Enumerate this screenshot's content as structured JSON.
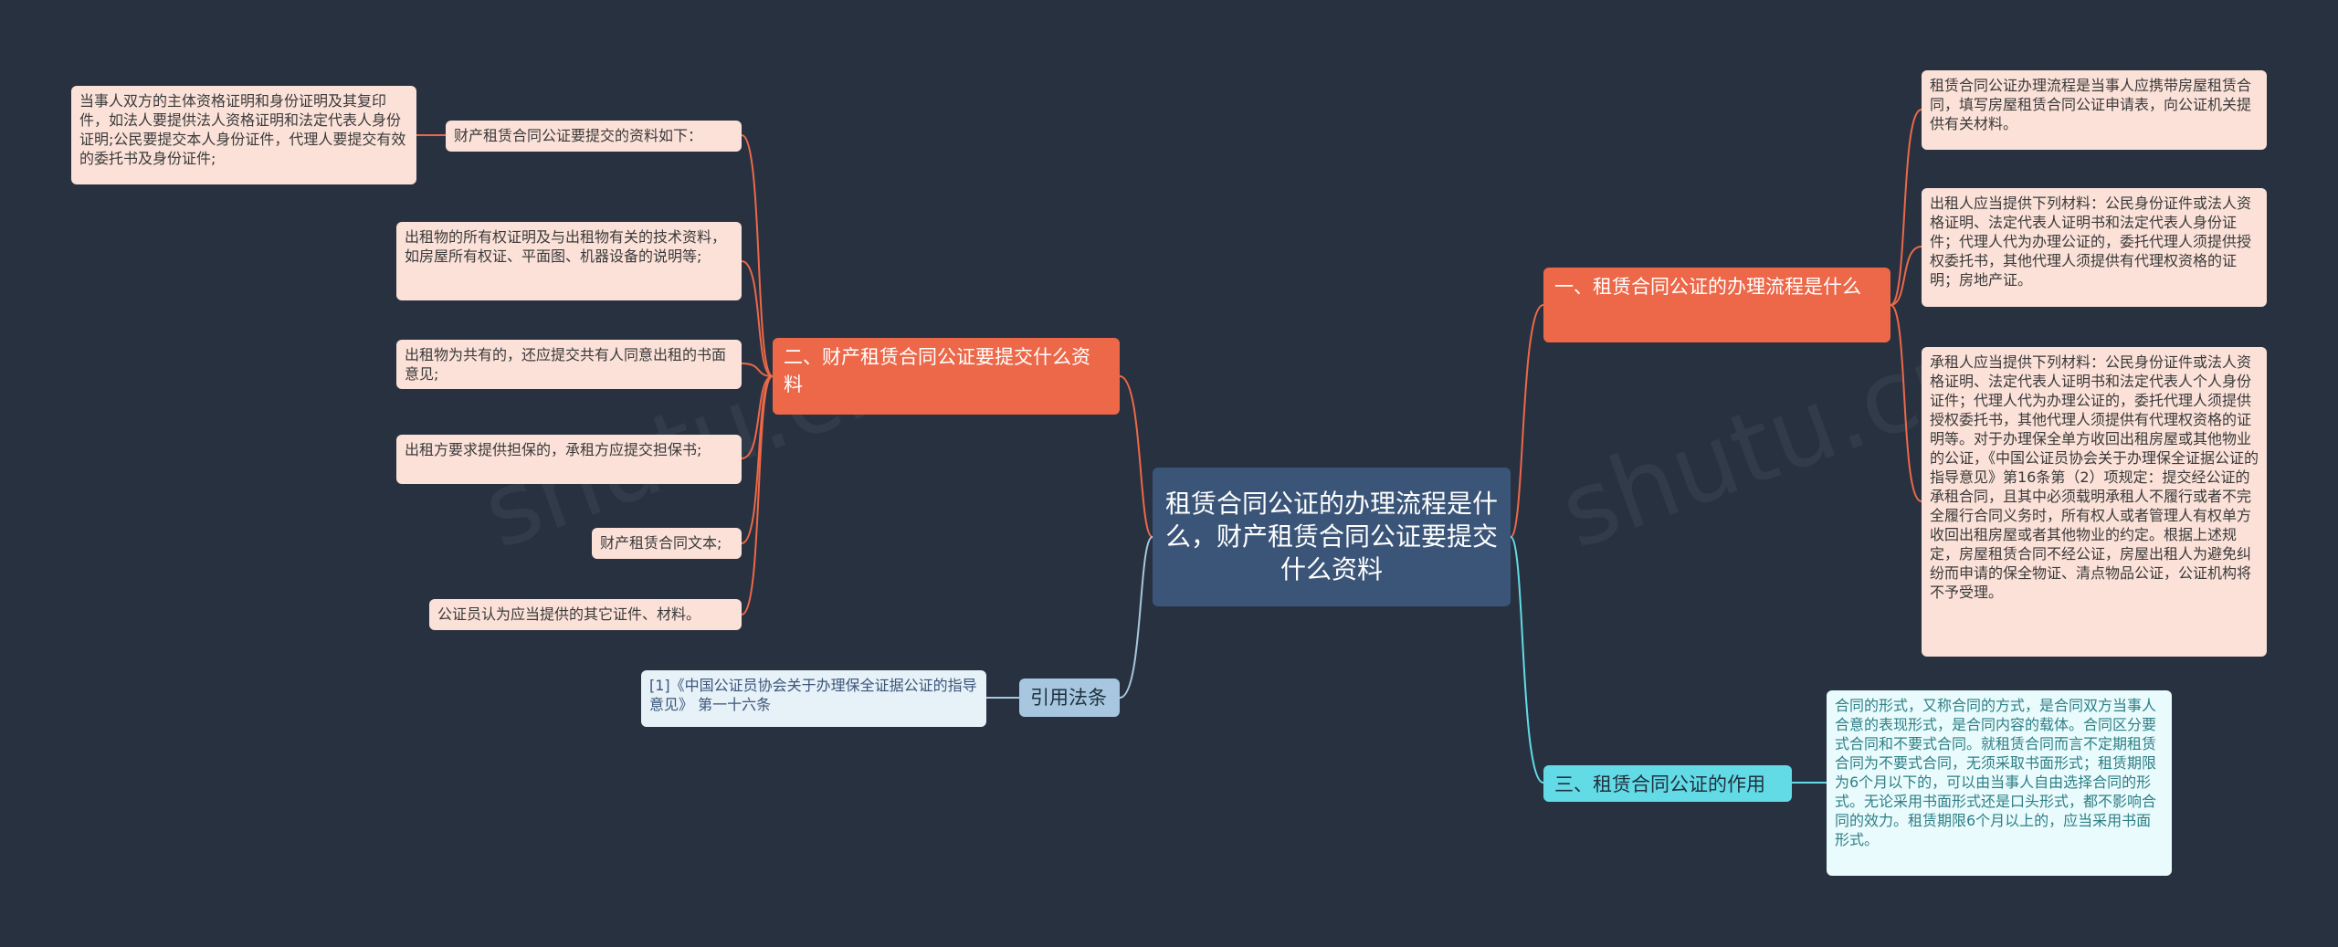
{
  "root": {
    "title": "租赁合同公证的办理流程是什么，财产租赁合同公证要提交什么资料"
  },
  "branches": {
    "b1": {
      "title": "一、租赁合同公证的办理流程是什么",
      "leaves": [
        "租赁合同公证办理流程是当事人应携带房屋租赁合同，填写房屋租赁合同公证申请表，向公证机关提供有关材料。",
        "出租人应当提供下列材料：公民身份证件或法人资格证明、法定代表人证明书和法定代表人身份证件；代理人代为办理公证的，委托代理人须提供授权委托书，其他代理人须提供有代理权资格的证明；房地产证。",
        "承租人应当提供下列材料：公民身份证件或法人资格证明、法定代表人证明书和法定代表人个人身份证件；代理人代为办理公证的，委托代理人须提供授权委托书，其他代理人须提供有代理权资格的证明等。对于办理保全单方收回出租房屋或其他物业的公证，《中国公证员协会关于办理保全证据公证的指导意见》第16条第（2）项规定：提交经公证的承租合同，且其中必须载明承租人不履行或者不完全履行合同义务时，所有权人或者管理人有权单方收回出租房屋或者其他物业的约定。根据上述规定，房屋租赁合同不经公证，房屋出租人为避免纠纷而申请的保全物证、清点物品公证，公证机构将不予受理。"
      ]
    },
    "b2": {
      "title": "二、财产租赁合同公证要提交什么资料",
      "sub": {
        "title": "财产租赁合同公证要提交的资料如下：",
        "leaf": "当事人双方的主体资格证明和身份证明及其复印件，如法人要提供法人资格证明和法定代表人身份证明;公民要提交本人身份证件，代理人要提交有效的委托书及身份证件;"
      },
      "leaves": [
        "出租物的所有权证明及与出租物有关的技术资料，如房屋所有权证、平面图、机器设备的说明等;",
        "出租物为共有的，还应提交共有人同意出租的书面意见;",
        "出租方要求提供担保的，承租方应提交担保书;",
        "财产租赁合同文本;",
        "公证员认为应当提供的其它证件、材料。"
      ]
    },
    "b3": {
      "title": "三、租赁合同公证的作用",
      "leaf": "合同的形式，又称合同的方式，是合同双方当事人合意的表现形式，是合同内容的载体。合同区分要式合同和不要式合同。就租赁合同而言不定期租赁合同为不要式合同，无须采取书面形式；租赁期限为6个月以下的，可以由当事人自由选择合同的形式。无论采用书面形式还是口头形式，都不影响合同的效力。租赁期限6个月以上的，应当采用书面形式。"
    },
    "b4": {
      "title": "引用法条",
      "leaf": "[1]《中国公证员协会关于办理保全证据公证的指导意见》 第一十六条"
    }
  },
  "colors": {
    "background": "#283140",
    "root": "#3b5579",
    "orange": "#ec6849",
    "orange_leaf": "#fbe1d8",
    "cyan": "#62dbe6",
    "cyan_leaf": "#e9fbfc",
    "blue": "#a6c7df",
    "blue_leaf": "#e6f1f8"
  }
}
